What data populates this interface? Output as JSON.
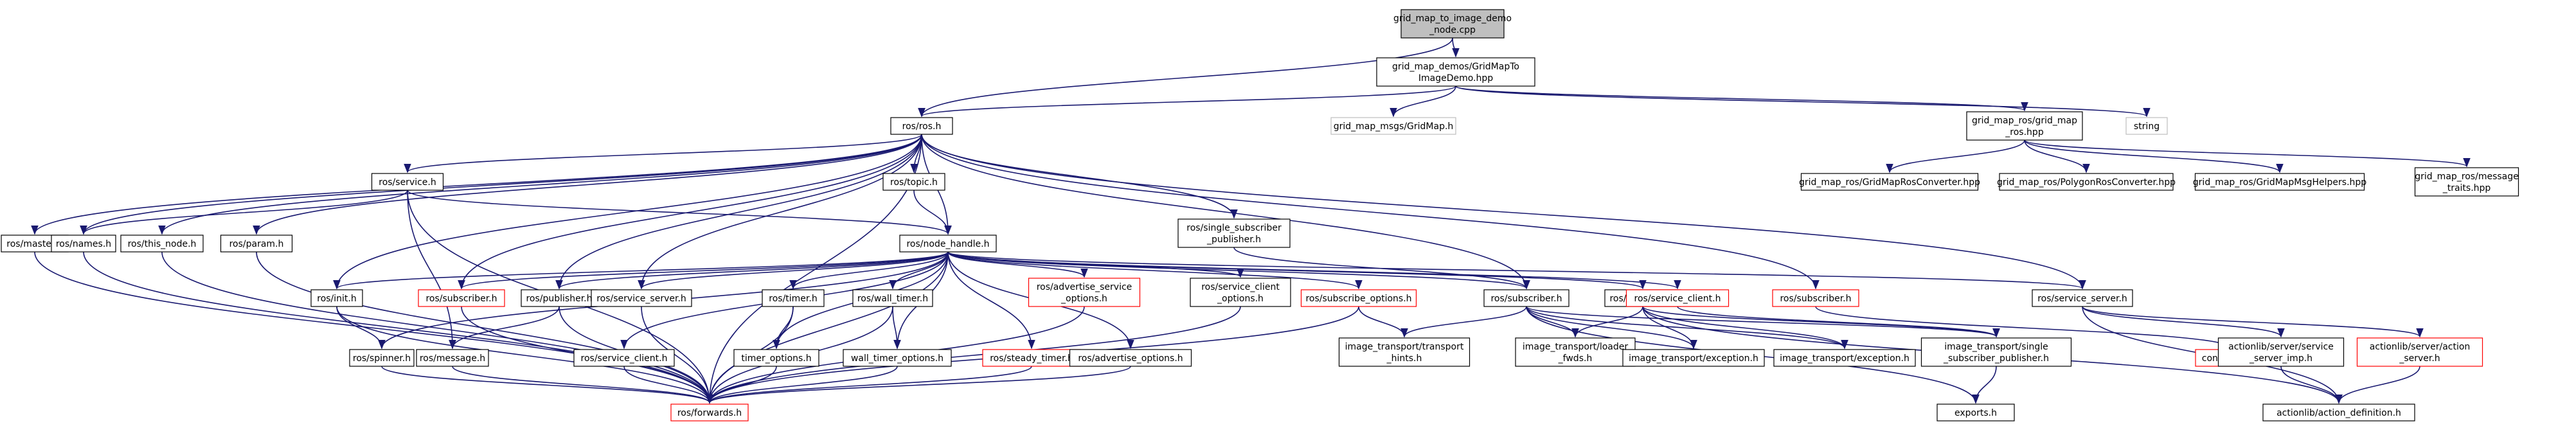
{
  "graph": {
    "colors": {
      "edge": "#191970",
      "node_border": "#000000",
      "node_missing_border": "#bfbfbf",
      "node_broken_border": "#ff0000",
      "root_fill": "#bfbfbf",
      "node_fill": "#ffffff"
    },
    "nodes": [
      {
        "id": "root",
        "lines": [
          "grid_map_to_image_demo",
          "_node.cpp"
        ],
        "style": "root"
      },
      {
        "id": "gmdemo",
        "lines": [
          "grid_map_demos/GridMapTo",
          "ImageDemo.hpp"
        ],
        "style": "normal"
      },
      {
        "id": "rosh",
        "lines": [
          "ros/ros.h"
        ],
        "style": "normal"
      },
      {
        "id": "gmmsgs",
        "lines": [
          "grid_map_msgs/GridMap.h"
        ],
        "style": "missing"
      },
      {
        "id": "gmros",
        "lines": [
          "grid_map_ros/grid_map",
          "_ros.hpp"
        ],
        "style": "normal"
      },
      {
        "id": "string",
        "lines": [
          "string"
        ],
        "style": "missing"
      },
      {
        "id": "gmposconv",
        "lines": [
          "grid_map_ros/GridMapRosConverter.hpp"
        ],
        "style": "normal"
      },
      {
        "id": "polyconv",
        "lines": [
          "grid_map_ros/PolygonRosConverter.hpp"
        ],
        "style": "normal"
      },
      {
        "id": "msghelp",
        "lines": [
          "grid_map_ros/GridMapMsgHelpers.hpp"
        ],
        "style": "normal"
      },
      {
        "id": "msgtraits",
        "lines": [
          "grid_map_ros/message",
          "_traits.hpp"
        ],
        "style": "normal"
      },
      {
        "id": "service",
        "lines": [
          "ros/service.h"
        ],
        "style": "normal"
      },
      {
        "id": "topic",
        "lines": [
          "ros/topic.h"
        ],
        "style": "normal"
      },
      {
        "id": "singlesubpub",
        "lines": [
          "ros/single_subscriber",
          "_publisher.h"
        ],
        "style": "normal"
      },
      {
        "id": "master",
        "lines": [
          "ros/master.h"
        ],
        "style": "normal"
      },
      {
        "id": "names",
        "lines": [
          "ros/names.h"
        ],
        "style": "normal"
      },
      {
        "id": "thisnode",
        "lines": [
          "ros/this_node.h"
        ],
        "style": "normal"
      },
      {
        "id": "param",
        "lines": [
          "ros/param.h"
        ],
        "style": "normal"
      },
      {
        "id": "nodehandle",
        "lines": [
          "ros/node_handle.h"
        ],
        "style": "normal"
      },
      {
        "id": "init",
        "lines": [
          "ros/init.h"
        ],
        "style": "normal"
      },
      {
        "id": "subscriber_red",
        "lines": [
          "ros/subscriber.h"
        ],
        "style": "broken"
      },
      {
        "id": "publisher",
        "lines": [
          "ros/publisher.h"
        ],
        "style": "normal"
      },
      {
        "id": "serviceserver",
        "lines": [
          "ros/service_server.h"
        ],
        "style": "normal"
      },
      {
        "id": "timer",
        "lines": [
          "ros/timer.h"
        ],
        "style": "normal"
      },
      {
        "id": "walltimer",
        "lines": [
          "ros/wall_timer.h"
        ],
        "style": "normal"
      },
      {
        "id": "advsvcopts",
        "lines": [
          "ros/advertise_service",
          "_options.h"
        ],
        "style": "broken"
      },
      {
        "id": "svcclientopts",
        "lines": [
          "ros/service_client",
          "_options.h"
        ],
        "style": "normal"
      },
      {
        "id": "subopts",
        "lines": [
          "ros/subscribe_options.h"
        ],
        "style": "broken"
      },
      {
        "id": "itsub",
        "lines": [
          "ros/subscriber.h"
        ],
        "style": "normal"
      },
      {
        "id": "itpub",
        "lines": [
          "ros/publisher.h"
        ],
        "style": "normal"
      },
      {
        "id": "svcclient_red",
        "lines": [
          "ros/service_client.h"
        ],
        "style": "broken"
      },
      {
        "id": "subscriber_red2",
        "lines": [
          "ros/subscriber.h"
        ],
        "style": "broken"
      },
      {
        "id": "svcserver2",
        "lines": [
          "ros/service_server.h"
        ],
        "style": "normal"
      },
      {
        "id": "spinner",
        "lines": [
          "ros/spinner.h"
        ],
        "style": "normal"
      },
      {
        "id": "message",
        "lines": [
          "ros/message.h"
        ],
        "style": "normal"
      },
      {
        "id": "svcclient",
        "lines": [
          "ros/service_client.h"
        ],
        "style": "normal"
      },
      {
        "id": "timeropts",
        "lines": [
          "timer_options.h"
        ],
        "style": "normal"
      },
      {
        "id": "walltimeropts",
        "lines": [
          "wall_timer_options.h"
        ],
        "style": "normal"
      },
      {
        "id": "steadytimer",
        "lines": [
          "ros/steady_timer.h"
        ],
        "style": "broken"
      },
      {
        "id": "advopts",
        "lines": [
          "ros/advertise_options.h"
        ],
        "style": "normal"
      },
      {
        "id": "transhints",
        "lines": [
          "image_transport/transport",
          "_hints.h"
        ],
        "style": "normal"
      },
      {
        "id": "loaderfwds",
        "lines": [
          "image_transport/loader",
          "_fwds.h"
        ],
        "style": "normal"
      },
      {
        "id": "exc1",
        "lines": [
          "image_transport/exception.h"
        ],
        "style": "normal"
      },
      {
        "id": "exc2",
        "lines": [
          "image_transport/exception.h"
        ],
        "style": "normal"
      },
      {
        "id": "singlesubpub2",
        "lines": [
          "image_transport/single",
          "_subscriber_publisher.h"
        ],
        "style": "normal"
      },
      {
        "id": "connection",
        "lines": [
          "connection.h"
        ],
        "style": "broken"
      },
      {
        "id": "exports",
        "lines": [
          "exports.h"
        ],
        "style": "normal"
      },
      {
        "id": "svcserverimp",
        "lines": [
          "actionlib/server/service",
          "_server_imp.h"
        ],
        "style": "normal"
      },
      {
        "id": "actionserver",
        "lines": [
          "actionlib/server/action",
          "_server.h"
        ],
        "style": "broken"
      },
      {
        "id": "actiondef",
        "lines": [
          "actionlib/action_definition.h"
        ],
        "style": "normal"
      },
      {
        "id": "forwards",
        "lines": [
          "ros/forwards.h"
        ],
        "style": "broken"
      }
    ],
    "edges": [
      [
        "root",
        "gmdemo"
      ],
      [
        "root",
        "rosh"
      ],
      [
        "gmdemo",
        "rosh"
      ],
      [
        "gmdemo",
        "gmmsgs"
      ],
      [
        "gmdemo",
        "gmros"
      ],
      [
        "gmdemo",
        "string"
      ],
      [
        "gmros",
        "gmposconv"
      ],
      [
        "gmros",
        "polyconv"
      ],
      [
        "gmros",
        "msghelp"
      ],
      [
        "gmros",
        "msgtraits"
      ],
      [
        "rosh",
        "service"
      ],
      [
        "rosh",
        "topic"
      ],
      [
        "rosh",
        "singlesubpub"
      ],
      [
        "rosh",
        "master"
      ],
      [
        "rosh",
        "names"
      ],
      [
        "rosh",
        "thisnode"
      ],
      [
        "rosh",
        "param"
      ],
      [
        "rosh",
        "nodehandle"
      ],
      [
        "rosh",
        "init"
      ],
      [
        "rosh",
        "subscriber_red"
      ],
      [
        "rosh",
        "publisher"
      ],
      [
        "rosh",
        "serviceserver"
      ],
      [
        "rosh",
        "subscriber_red2"
      ],
      [
        "rosh",
        "svcserver2"
      ],
      [
        "rosh",
        "forwards"
      ],
      [
        "rosh",
        "itsub"
      ],
      [
        "service",
        "names"
      ],
      [
        "service",
        "nodehandle"
      ],
      [
        "service",
        "message"
      ],
      [
        "service",
        "forwards"
      ],
      [
        "topic",
        "nodehandle"
      ],
      [
        "singlesubpub",
        "itsub"
      ],
      [
        "master",
        "forwards"
      ],
      [
        "names",
        "forwards"
      ],
      [
        "thisnode",
        "forwards"
      ],
      [
        "param",
        "forwards"
      ],
      [
        "nodehandle",
        "init"
      ],
      [
        "nodehandle",
        "subscriber_red"
      ],
      [
        "nodehandle",
        "publisher"
      ],
      [
        "nodehandle",
        "serviceserver"
      ],
      [
        "nodehandle",
        "timer"
      ],
      [
        "nodehandle",
        "walltimer"
      ],
      [
        "nodehandle",
        "advsvcopts"
      ],
      [
        "nodehandle",
        "svcclientopts"
      ],
      [
        "nodehandle",
        "subopts"
      ],
      [
        "nodehandle",
        "itsub"
      ],
      [
        "nodehandle",
        "itpub"
      ],
      [
        "nodehandle",
        "svcclient_red"
      ],
      [
        "nodehandle",
        "svcserver2"
      ],
      [
        "nodehandle",
        "spinner"
      ],
      [
        "nodehandle",
        "svcclient"
      ],
      [
        "nodehandle",
        "timeropts"
      ],
      [
        "nodehandle",
        "walltimeropts"
      ],
      [
        "nodehandle",
        "steadytimer"
      ],
      [
        "nodehandle",
        "advopts"
      ],
      [
        "nodehandle",
        "forwards"
      ],
      [
        "init",
        "spinner"
      ],
      [
        "init",
        "forwards"
      ],
      [
        "subscriber_red",
        "forwards"
      ],
      [
        "publisher",
        "message"
      ],
      [
        "publisher",
        "forwards"
      ],
      [
        "serviceserver",
        "forwards"
      ],
      [
        "timer",
        "timeropts"
      ],
      [
        "timer",
        "forwards"
      ],
      [
        "walltimer",
        "walltimeropts"
      ],
      [
        "walltimer",
        "forwards"
      ],
      [
        "advsvcopts",
        "forwards"
      ],
      [
        "svcclientopts",
        "forwards"
      ],
      [
        "subopts",
        "transhints"
      ],
      [
        "subopts",
        "forwards"
      ],
      [
        "itsub",
        "transhints"
      ],
      [
        "itsub",
        "loaderfwds"
      ],
      [
        "itsub",
        "exc1"
      ],
      [
        "itsub",
        "exc2"
      ],
      [
        "itsub",
        "exports"
      ],
      [
        "itsub",
        "singlesubpub2"
      ],
      [
        "itpub",
        "loaderfwds"
      ],
      [
        "itpub",
        "exc1"
      ],
      [
        "itpub",
        "exc2"
      ],
      [
        "itpub",
        "singlesubpub2"
      ],
      [
        "itpub",
        "actiondef"
      ],
      [
        "subscriber_red2",
        "connection"
      ],
      [
        "svcclient_red",
        "singlesubpub2"
      ],
      [
        "singlesubpub2",
        "exports"
      ],
      [
        "svcserver2",
        "svcserverimp"
      ],
      [
        "svcserver2",
        "actionserver"
      ],
      [
        "svcserver2",
        "actiondef"
      ],
      [
        "actionserver",
        "actiondef"
      ],
      [
        "svcserverimp",
        "actiondef"
      ],
      [
        "spinner",
        "forwards"
      ],
      [
        "message",
        "forwards"
      ],
      [
        "svcclient",
        "forwards"
      ],
      [
        "timeropts",
        "forwards"
      ],
      [
        "walltimeropts",
        "forwards"
      ],
      [
        "steadytimer",
        "forwards"
      ],
      [
        "advopts",
        "forwards"
      ]
    ]
  }
}
